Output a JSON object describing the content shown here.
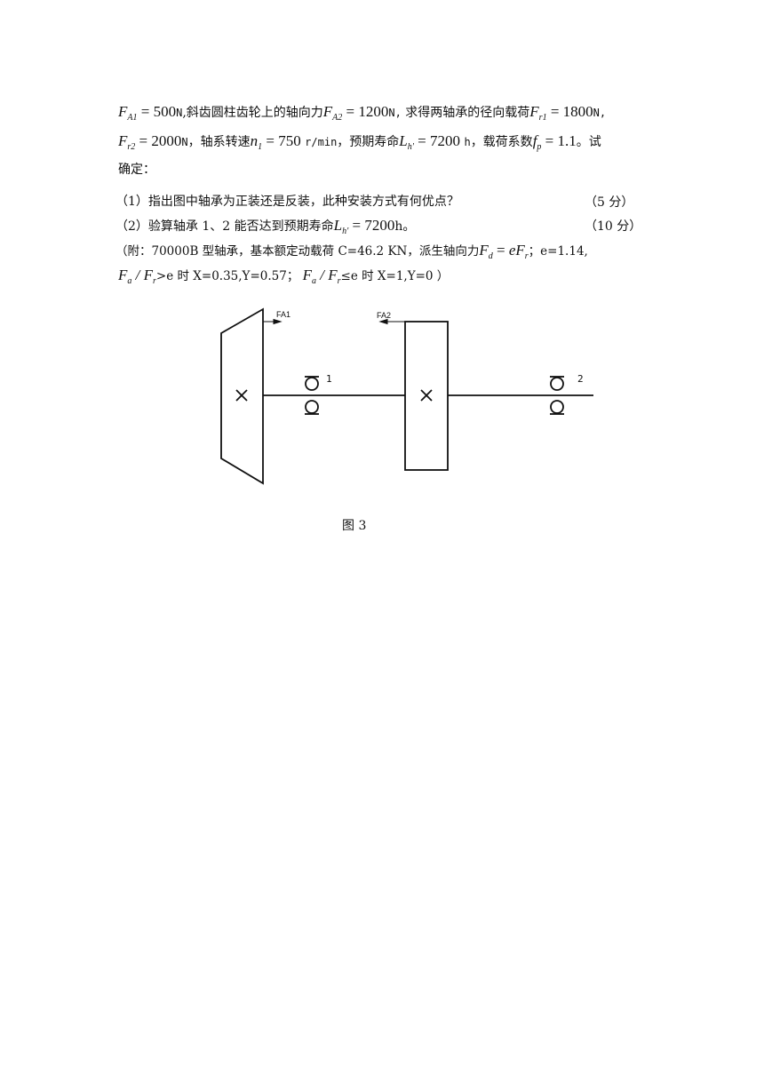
{
  "problem": {
    "line1": {
      "fa1_val": "500",
      "fa1_unit": "N",
      "t1": ",斜齿圆柱齿轮上的轴向力",
      "fa2_val": "1200",
      "fa2_unit": "N,",
      "t2": "求得两轴承的径向载荷",
      "fr1_val": "1800",
      "fr1_unit": "N,"
    },
    "line2": {
      "fr2_val": "2000",
      "fr2_unit": "N",
      "t1": "，轴系转速",
      "n1_val": "750",
      "n1_unit": "r/min",
      "t2": "，预期寿命",
      "lh_val": "7200",
      "lh_unit": "h",
      "t3": "，载荷系数",
      "fp_val": "1.1",
      "t4": "。试"
    },
    "line3": "确定：",
    "q1": {
      "text": "（1）指出图中轴承为正装还是反装，此种安装方式有何优点？",
      "score": "（5 分）"
    },
    "q2": {
      "text_a": "（2）验算轴承 1、2 能否达到预期寿命",
      "lh_val": "7200",
      "text_b": "h。",
      "score": "（10 分）"
    },
    "note1": {
      "text_a": "（附：70000B 型轴承，基本额定动载荷 C=46.2 KN，派生轴向力",
      "text_b": "；e=1.14,"
    },
    "note2": {
      "gt": ">e 时 X=0.35,Y=0.57；",
      "le": "≤e 时 X=1,Y=0 ）"
    }
  },
  "figure": {
    "label_fa1": "FA1",
    "label_fa2": "FA2",
    "bearing1_label": "1",
    "bearing2_label": "2",
    "caption": "图 3"
  }
}
